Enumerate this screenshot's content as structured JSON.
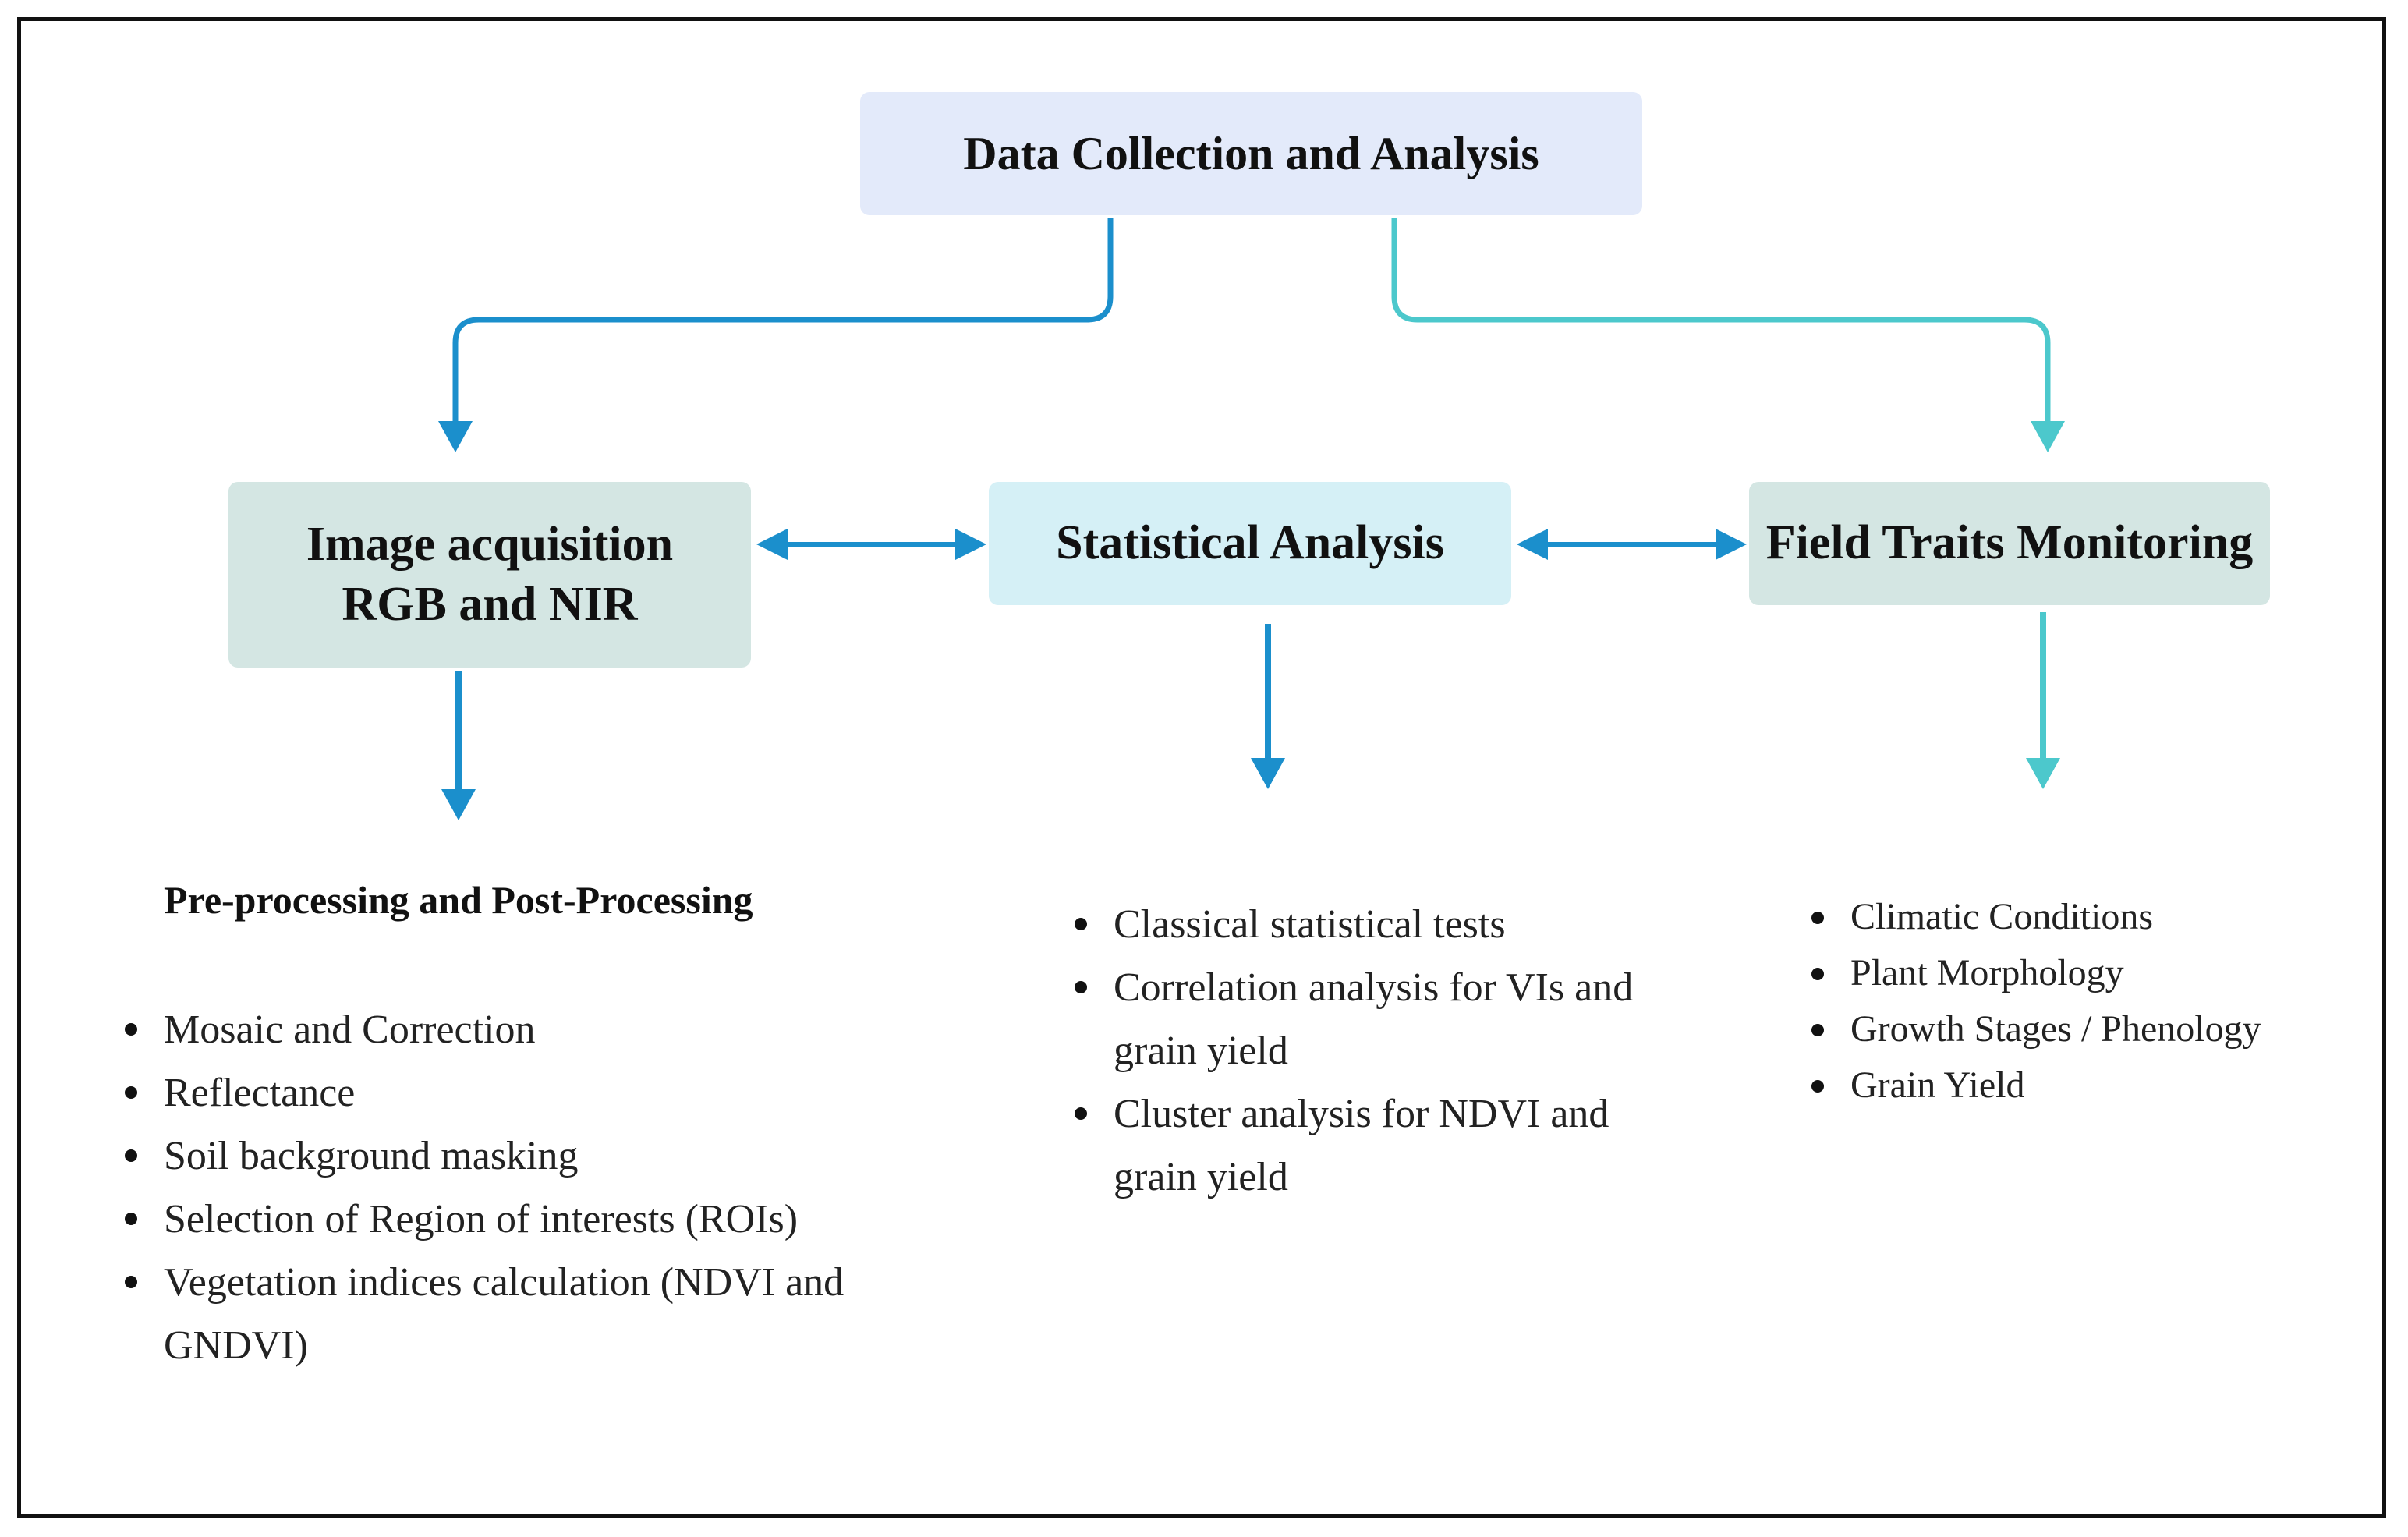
{
  "nodes": {
    "top": "Data Collection and Analysis",
    "image_line1": "Image acquisition",
    "image_line2": "RGB and NIR",
    "stats": "Statistical Analysis",
    "field": "Field Traits Monitoring"
  },
  "left_section": {
    "title": "Pre-processing and Post-Processing",
    "items": [
      "Mosaic and Correction",
      "Reflectance",
      "Soil background masking",
      "Selection of Region of interests (ROIs)",
      "Vegetation indices calculation (NDVI and GNDVI)"
    ]
  },
  "middle_section": {
    "items": [
      "Classical statistical tests",
      "Correlation analysis for VIs and grain yield",
      "Cluster analysis for NDVI and grain yield"
    ]
  },
  "right_section": {
    "items": [
      "Climatic Conditions",
      "Plant Morphology",
      "Growth Stages / Phenology",
      "Grain Yield"
    ]
  },
  "colors": {
    "blue_arrow": "#1b8fcc",
    "teal_arrow": "#4cc8cc",
    "top_box": "#e3eafa",
    "green_box": "#d4e6e3",
    "cyan_box": "#d5f0f6"
  }
}
